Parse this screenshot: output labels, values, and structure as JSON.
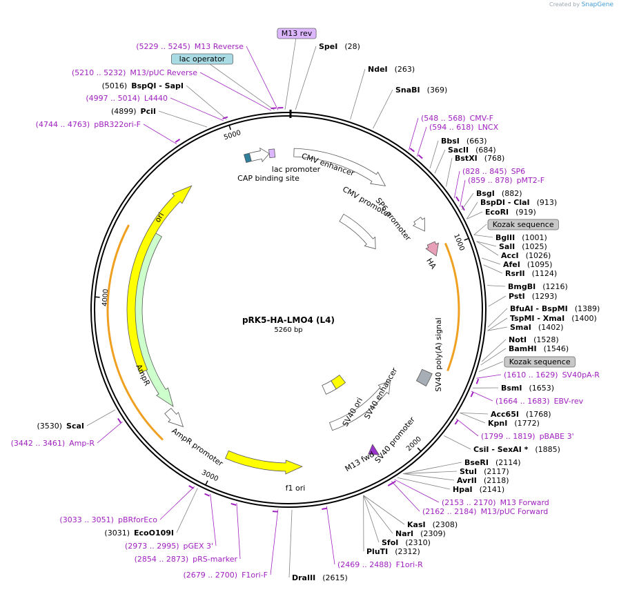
{
  "credit": {
    "prefix": "Created by",
    "brand": "SnapGene"
  },
  "title": "pRK5-HA-LMO4 (L4)",
  "length": "5260 bp",
  "ticks": [
    "1000",
    "2000",
    "3000",
    "4000",
    "5000"
  ],
  "features": [
    {
      "name": "CMV enhancer",
      "color": "#ffffff"
    },
    {
      "name": "CMV promoter",
      "color": "#ffffff"
    },
    {
      "name": "SP6 promoter",
      "color": "#ffffff"
    },
    {
      "name": "HA",
      "color": "#e8a0b8"
    },
    {
      "name": "SV40 poly(A) signal",
      "color": "#a8aeb5"
    },
    {
      "name": "SV40 ori",
      "color": "#ffff00"
    },
    {
      "name": "SV40 enhancer",
      "color": "#ffffff"
    },
    {
      "name": "SV40 promoter",
      "color": "#ffffff"
    },
    {
      "name": "M13 fwd",
      "color": "#9933cc"
    },
    {
      "name": "f1 ori",
      "color": "#ffff00"
    },
    {
      "name": "AmpR promoter",
      "color": "#ffffff"
    },
    {
      "name": "AmpR",
      "color": "#ccffcc"
    },
    {
      "name": "ori",
      "color": "#ffff00"
    },
    {
      "name": "CAP binding site",
      "color": "#2f7f9b"
    },
    {
      "name": "lac promoter",
      "color": "#ffffff"
    },
    {
      "name": "lac operator",
      "color": "#a9dbe5"
    },
    {
      "name": "M13 rev",
      "color": "#dcb7ff"
    },
    {
      "name": "Kozak sequence",
      "color": "#c8c8c8"
    }
  ],
  "labels": [
    {
      "name": "M13 rev",
      "range": "",
      "type": "box-purple"
    },
    {
      "name": "SpeI",
      "range": "(28)",
      "type": "enzyme"
    },
    {
      "name": "M13 Reverse",
      "range": "(5229 .. 5245)",
      "type": "primer"
    },
    {
      "name": "lac operator",
      "range": "",
      "type": "box-blue"
    },
    {
      "name": "M13/pUC Reverse",
      "range": "(5210 .. 5232)",
      "type": "primer"
    },
    {
      "name": "BspQI   -  SapI",
      "range": "(5016)",
      "type": "enzyme-left"
    },
    {
      "name": "L4440",
      "range": "(4997 .. 5014)",
      "type": "primer"
    },
    {
      "name": "PciI",
      "range": "(4899)",
      "type": "enzyme-left"
    },
    {
      "name": "pBR322ori-F",
      "range": "(4744 .. 4763)",
      "type": "primer"
    },
    {
      "name": "NdeI",
      "range": "(263)",
      "type": "enzyme"
    },
    {
      "name": "SnaBI",
      "range": "(369)",
      "type": "enzyme"
    },
    {
      "name": "CMV-F",
      "range": "(548 .. 568)",
      "type": "primer"
    },
    {
      "name": "LNCX",
      "range": "(594 .. 618)",
      "type": "primer"
    },
    {
      "name": "BbsI",
      "range": "(663)",
      "type": "enzyme"
    },
    {
      "name": "SacII",
      "range": "(684)",
      "type": "enzyme"
    },
    {
      "name": "BstXI",
      "range": "(768)",
      "type": "enzyme"
    },
    {
      "name": "SP6",
      "range": "(828 .. 845)",
      "type": "primer"
    },
    {
      "name": "pMT2-F",
      "range": "(859 .. 878)",
      "type": "primer"
    },
    {
      "name": "BsgI",
      "range": "(882)",
      "type": "enzyme"
    },
    {
      "name": "BspDI   -  ClaI",
      "range": "(913)",
      "type": "enzyme"
    },
    {
      "name": "EcoRI",
      "range": "(919)",
      "type": "enzyme"
    },
    {
      "name": "Kozak sequence",
      "range": "",
      "type": "box-grey"
    },
    {
      "name": "BglII",
      "range": "(1001)",
      "type": "enzyme"
    },
    {
      "name": "SalI",
      "range": "(1025)",
      "type": "enzyme"
    },
    {
      "name": "AccI",
      "range": "(1026)",
      "type": "enzyme"
    },
    {
      "name": "AfeI",
      "range": "(1095)",
      "type": "enzyme"
    },
    {
      "name": "RsrII",
      "range": "(1124)",
      "type": "enzyme"
    },
    {
      "name": "BmgBI",
      "range": "(1216)",
      "type": "enzyme"
    },
    {
      "name": "PstI",
      "range": "(1293)",
      "type": "enzyme"
    },
    {
      "name": "BfuAI   -  BspMI",
      "range": "(1389)",
      "type": "enzyme"
    },
    {
      "name": "TspMI   -  XmaI",
      "range": "(1400)",
      "type": "enzyme"
    },
    {
      "name": "SmaI",
      "range": "(1402)",
      "type": "enzyme"
    },
    {
      "name": "NotI",
      "range": "(1528)",
      "type": "enzyme"
    },
    {
      "name": "BamHI",
      "range": "(1546)",
      "type": "enzyme"
    },
    {
      "name": "Kozak sequence",
      "range": "",
      "type": "box-grey"
    },
    {
      "name": "SV40pA-R",
      "range": "(1610 .. 1629)",
      "type": "primer"
    },
    {
      "name": "BsmI",
      "range": "(1653)",
      "type": "enzyme"
    },
    {
      "name": "EBV-rev",
      "range": "(1664 .. 1683)",
      "type": "primer"
    },
    {
      "name": "Acc65I",
      "range": "(1768)",
      "type": "enzyme"
    },
    {
      "name": "KpnI",
      "range": "(1772)",
      "type": "enzyme"
    },
    {
      "name": "pBABE 3'",
      "range": "(1799 .. 1819)",
      "type": "primer"
    },
    {
      "name": "CsiI   -  SexAI *",
      "range": "(1885)",
      "type": "enzyme"
    },
    {
      "name": "BseRI",
      "range": "(2114)",
      "type": "enzyme"
    },
    {
      "name": "StuI",
      "range": "(2117)",
      "type": "enzyme"
    },
    {
      "name": "AvrII",
      "range": "(2118)",
      "type": "enzyme"
    },
    {
      "name": "HpaI",
      "range": "(2141)",
      "type": "enzyme"
    },
    {
      "name": "M13 Forward",
      "range": "(2153 .. 2170)",
      "type": "primer"
    },
    {
      "name": "M13/pUC Forward",
      "range": "(2162 .. 2184)",
      "type": "primer"
    },
    {
      "name": "KasI",
      "range": "(2308)",
      "type": "enzyme"
    },
    {
      "name": "NarI",
      "range": "(2309)",
      "type": "enzyme"
    },
    {
      "name": "SfoI",
      "range": "(2310)",
      "type": "enzyme"
    },
    {
      "name": "PluTI",
      "range": "(2312)",
      "type": "enzyme"
    },
    {
      "name": "F1ori-R",
      "range": "(2469 .. 2488)",
      "type": "primer"
    },
    {
      "name": "DraIII",
      "range": "(2615)",
      "type": "enzyme"
    },
    {
      "name": "F1ori-F",
      "range": "(2679 .. 2700)",
      "type": "primer-left"
    },
    {
      "name": "pRS-marker",
      "range": "(2854 .. 2873)",
      "type": "primer-left"
    },
    {
      "name": "pGEX 3'",
      "range": "(2973 .. 2995)",
      "type": "primer-left"
    },
    {
      "name": "EcoO109I",
      "range": "(3031)",
      "type": "enzyme-left"
    },
    {
      "name": "pBRforEco",
      "range": "(3033 .. 3051)",
      "type": "primer-left"
    },
    {
      "name": "Amp-R",
      "range": "(3442 .. 3461)",
      "type": "primer-left"
    },
    {
      "name": "ScaI",
      "range": "(3530)",
      "type": "enzyme-left"
    }
  ]
}
